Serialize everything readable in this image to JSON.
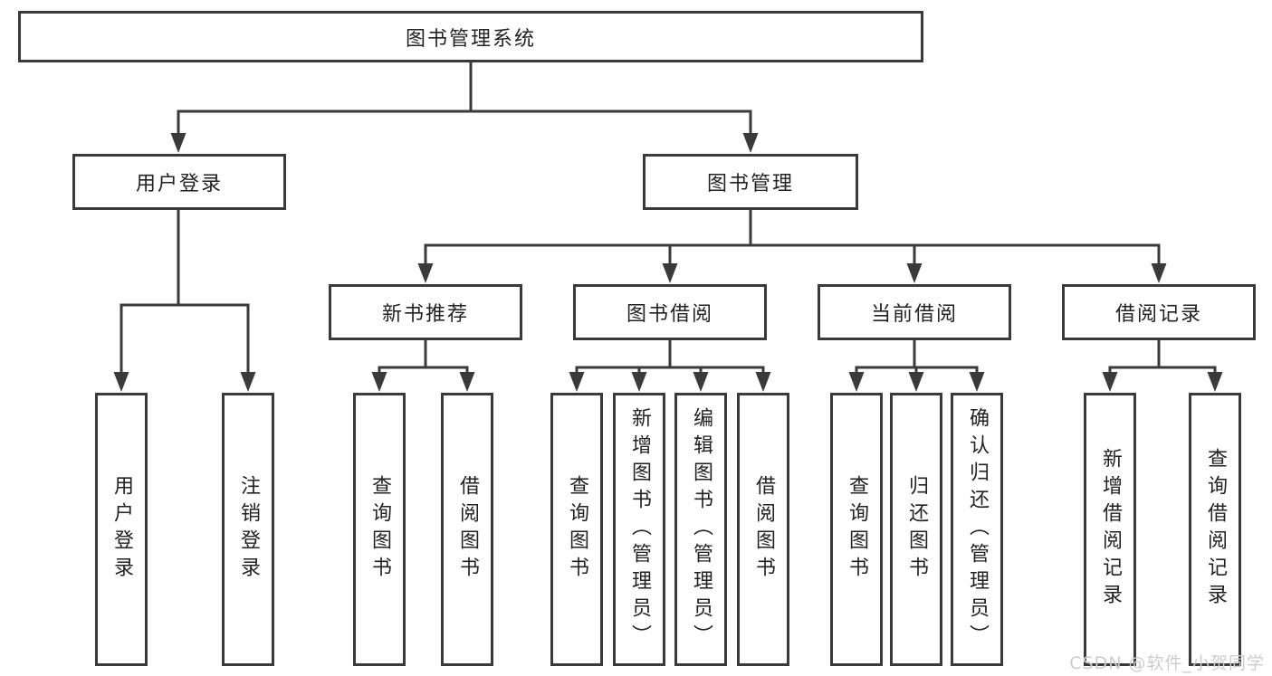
{
  "tree": {
    "label": "图书管理系统",
    "children": [
      {
        "label": "用户登录",
        "children": [
          {
            "label": "用户登录"
          },
          {
            "label": "注销登录"
          }
        ]
      },
      {
        "label": "图书管理",
        "children": [
          {
            "label": "新书推荐",
            "children": [
              {
                "label": "查询图书"
              },
              {
                "label": "借阅图书"
              }
            ]
          },
          {
            "label": "图书借阅",
            "children": [
              {
                "label": "查询图书"
              },
              {
                "label": "新增图书（管理员）"
              },
              {
                "label": "编辑图书（管理员）"
              },
              {
                "label": "借阅图书"
              }
            ]
          },
          {
            "label": "当前借阅",
            "children": [
              {
                "label": "查询图书"
              },
              {
                "label": "归还图书"
              },
              {
                "label": "确认归还（管理员）"
              }
            ]
          },
          {
            "label": "借阅记录",
            "children": [
              {
                "label": "新增借阅记录"
              },
              {
                "label": "查询借阅记录"
              }
            ]
          }
        ]
      }
    ]
  },
  "watermark": {
    "text": "CSDN @软件_小贺同学"
  },
  "colors": {
    "line": "#3a3a3a",
    "text": "#222222",
    "box_background": "#ffffff",
    "watermark": "#cccccc"
  }
}
